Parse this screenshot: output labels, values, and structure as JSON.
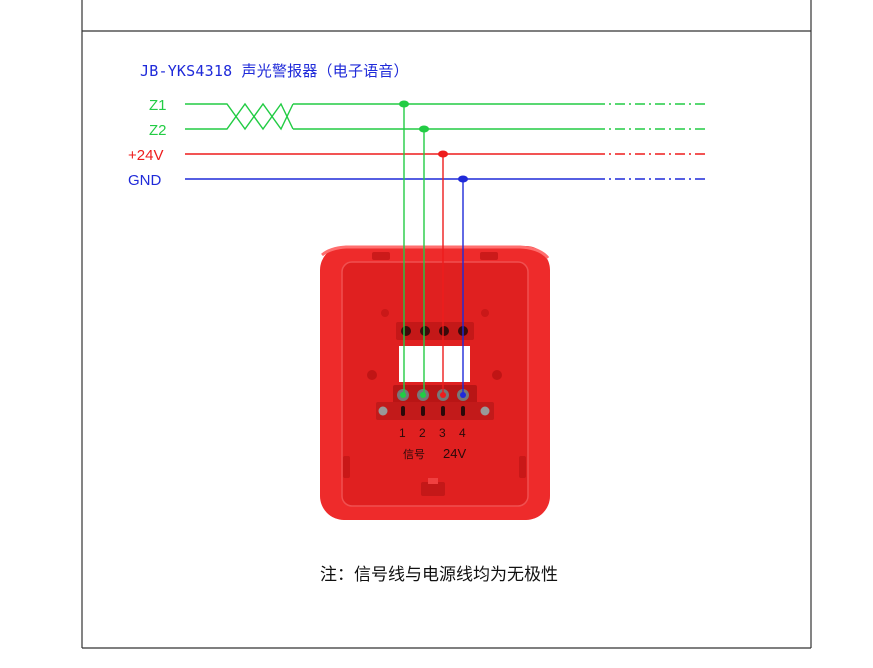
{
  "title": "JB-YKS4318 声光警报器（电子语音）",
  "note": "注：信号线与电源线均为无极性",
  "wires": [
    {
      "label": "Z1",
      "color": "#22cc44"
    },
    {
      "label": "Z2",
      "color": "#22cc44"
    },
    {
      "label": "+24V",
      "color": "#ee1c1c"
    },
    {
      "label": "GND",
      "color": "#1f2ad9"
    }
  ],
  "terminals": {
    "numbers": [
      "1",
      "2",
      "3",
      "4"
    ],
    "signal_label": "信号",
    "power_label": "24V"
  },
  "colors": {
    "device_body": "#ee2b2b",
    "device_inner": "#e62222",
    "signal_wire": "#22cc44",
    "power_wire": "#ee1c1c",
    "ground_wire": "#1f2ad9",
    "frame_line": "#333333"
  }
}
